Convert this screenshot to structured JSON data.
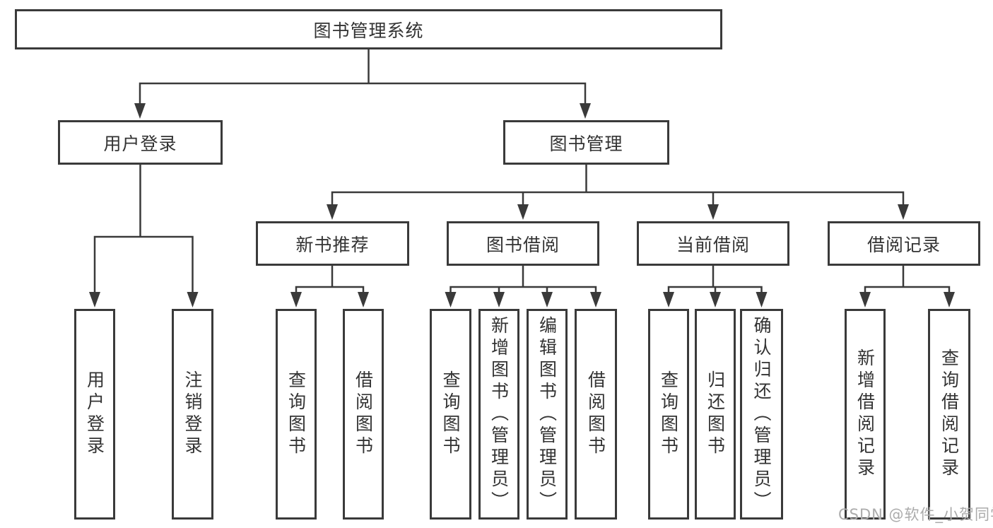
{
  "diagram": {
    "title": "图书管理系统",
    "watermark": "CSDN @软件_小贺同学",
    "colors": {
      "line": "#3a3a3a",
      "box_border": "#3a3a3a",
      "text": "#333333",
      "background": "#ffffff",
      "watermark": "#ababab"
    },
    "nodes": {
      "root": {
        "label": "图书管理系统"
      },
      "user_login": {
        "label": "用户登录"
      },
      "book_mgmt": {
        "label": "图书管理"
      },
      "new_book_rec": {
        "label": "新书推荐"
      },
      "book_borrow": {
        "label": "图书借阅"
      },
      "current_borrow": {
        "label": "当前借阅"
      },
      "borrow_records": {
        "label": "借阅记录"
      },
      "leaf_user_login": {
        "label": "用户登录"
      },
      "leaf_logout": {
        "label": "注销登录"
      },
      "leaf_query_book_1": {
        "label": "查询图书"
      },
      "leaf_borrow_book_1": {
        "label": "借阅图书"
      },
      "leaf_query_book_2": {
        "label": "查询图书"
      },
      "leaf_add_book": {
        "label": "新增图书（管理员）"
      },
      "leaf_edit_book": {
        "label": "编辑图书（管理员）"
      },
      "leaf_borrow_book_2": {
        "label": "借阅图书"
      },
      "leaf_query_book_3": {
        "label": "查询图书"
      },
      "leaf_return_book": {
        "label": "归还图书"
      },
      "leaf_confirm_return": {
        "label": "确认归还（管理员）"
      },
      "leaf_add_borrow_record": {
        "label": "新增借阅记录"
      },
      "leaf_query_borrow_record": {
        "label": "查询借阅记录"
      }
    }
  }
}
